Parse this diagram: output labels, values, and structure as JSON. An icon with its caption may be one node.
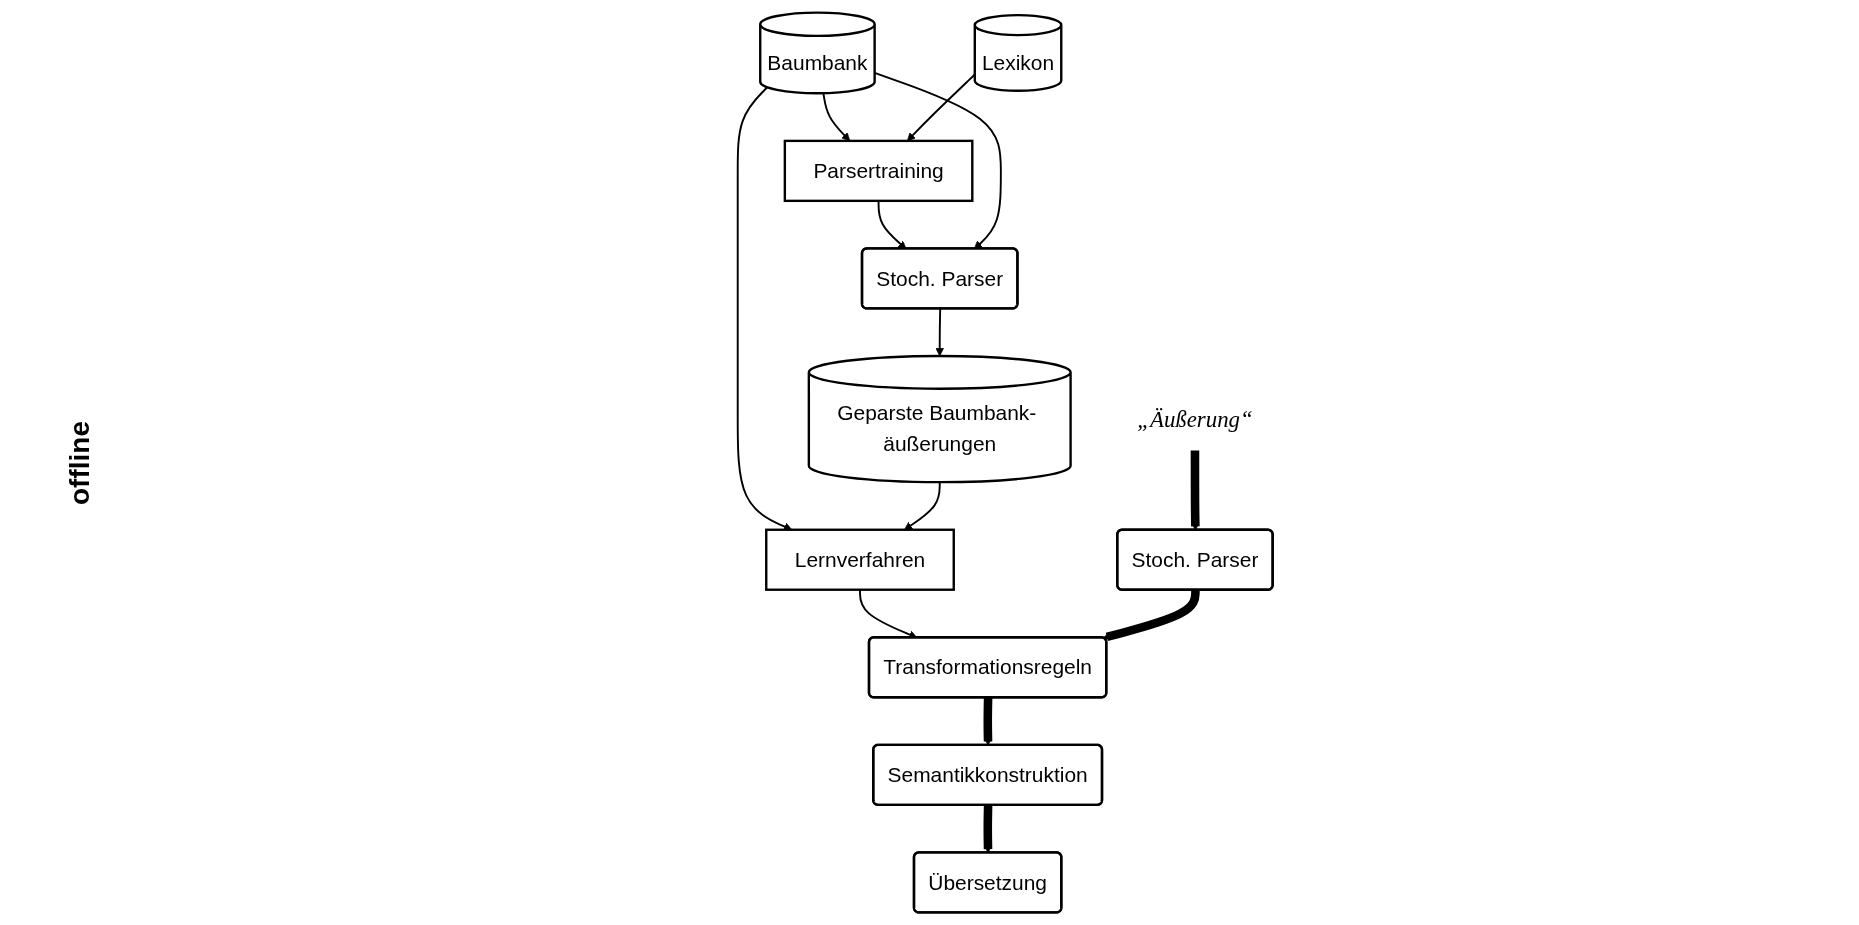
{
  "diagram": {
    "nodes": [
      {
        "text": [
          "Baumbank"
        ]
      },
      {
        "text": [
          "Lexikon"
        ]
      },
      {
        "text": [
          "Parsertraining"
        ]
      },
      {
        "text": [
          "Stoch. Parser"
        ]
      },
      {
        "text": [
          "Geparste Baumbank- äußerungen"
        ]
      },
      {
        "text": [
          "Lernverfahren"
        ]
      },
      {
        "text": [
          "„Äußerung“"
        ]
      },
      {
        "text": [
          "Stoch. Parser"
        ]
      },
      {
        "text": [
          "Transformationsregeln"
        ]
      },
      {
        "text": [
          "Semantikkonstruktion"
        ]
      },
      {
        "text": [
          "Übersetzung"
        ]
      }
    ],
    "edges": [
      {
        "from": 0,
        "to": 2,
        "arrow": "to"
      },
      {
        "from": 1,
        "to": 2,
        "arrow": "to"
      },
      {
        "from": 2,
        "to": 3,
        "arrow": "to"
      },
      {
        "from": 0,
        "to": 3,
        "arrow": "to"
      },
      {
        "from": 0,
        "to": 5,
        "arrow": "to"
      },
      {
        "from": 3,
        "to": 4,
        "arrow": "to"
      },
      {
        "from": 4,
        "to": 5,
        "arrow": "to"
      },
      {
        "from": 5,
        "to": 8,
        "arrow": "to"
      },
      {
        "from": 6,
        "to": 7,
        "arrow": "to",
        "style": "thick"
      },
      {
        "from": 7,
        "to": 8,
        "arrow": "to",
        "style": "thick"
      },
      {
        "from": 8,
        "to": 9,
        "arrow": "to",
        "style": "thick"
      },
      {
        "from": 9,
        "to": 10,
        "arrow": "to",
        "style": "thick"
      }
    ],
    "labels": [
      "offline"
    ]
  }
}
